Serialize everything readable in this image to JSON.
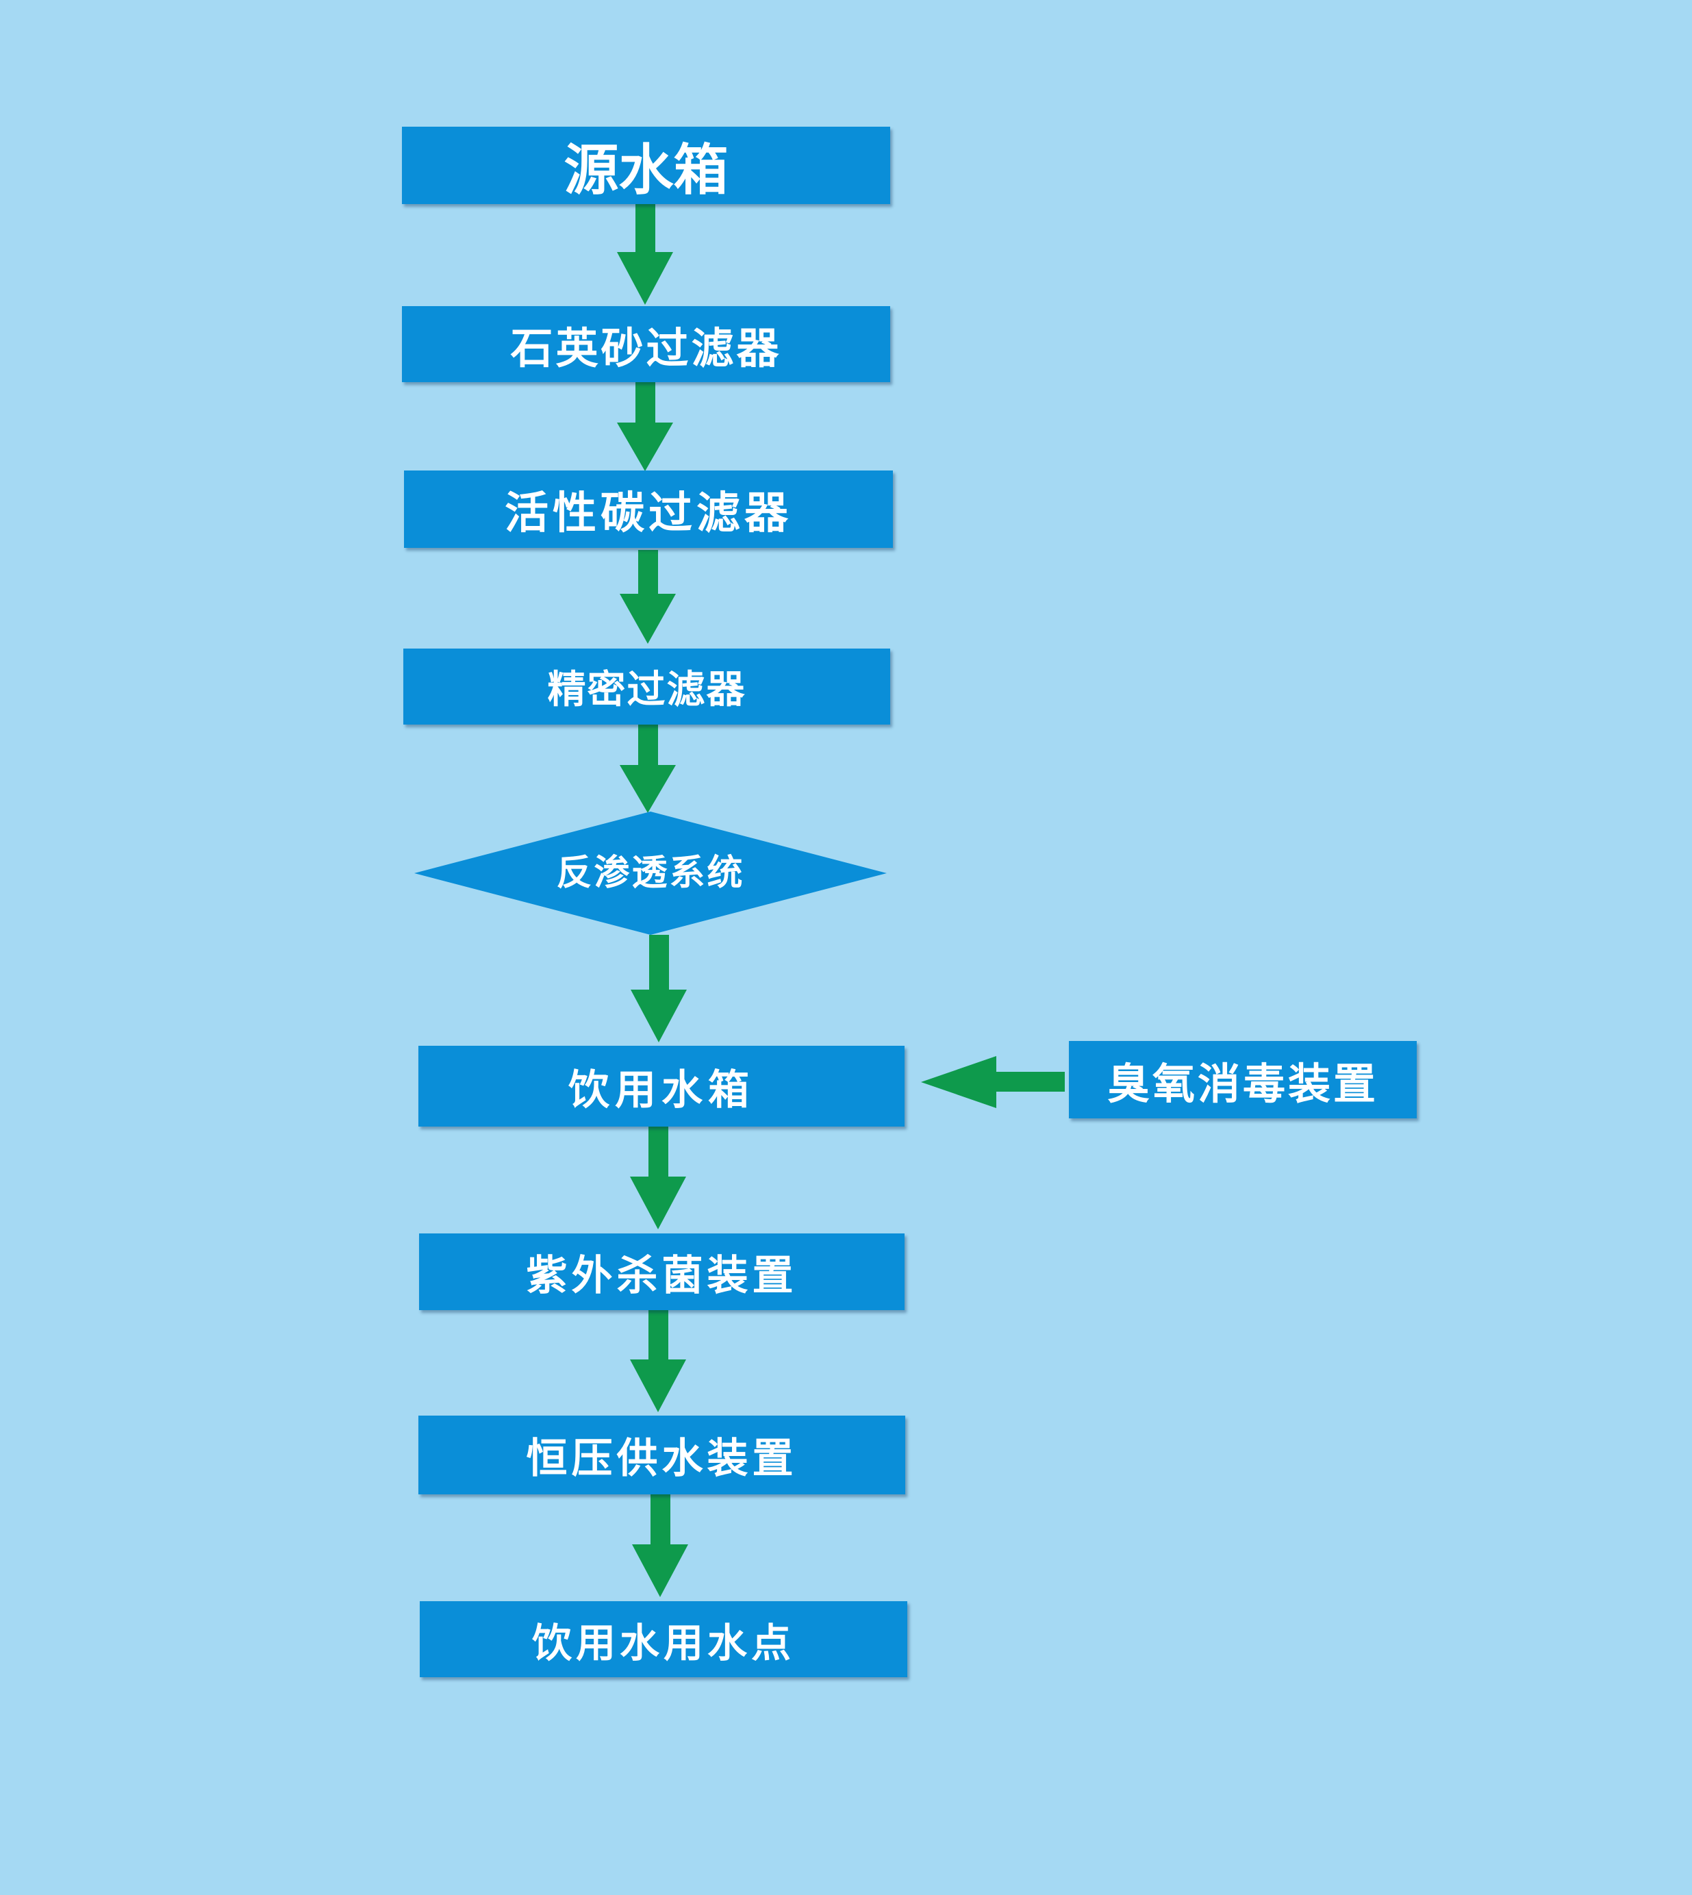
{
  "nodes": {
    "source_tank": "源水箱",
    "quartz_sand_filter": "石英砂过滤器",
    "activated_carbon_filter": "活性碳过滤器",
    "precision_filter": "精密过滤器",
    "reverse_osmosis": "反渗透系统",
    "drinking_water_tank": "饮用水箱",
    "ozone_disinfection": "臭氧消毒装置",
    "uv_sterilizer": "紫外杀菌装置",
    "constant_pressure_supply": "恒压供水装置",
    "drinking_water_point": "饮用水用水点"
  },
  "colors": {
    "background": "#a5d9f3",
    "node_fill": "#0a8ed8",
    "node_text": "#ffffff",
    "arrow": "#0e9a4c"
  }
}
